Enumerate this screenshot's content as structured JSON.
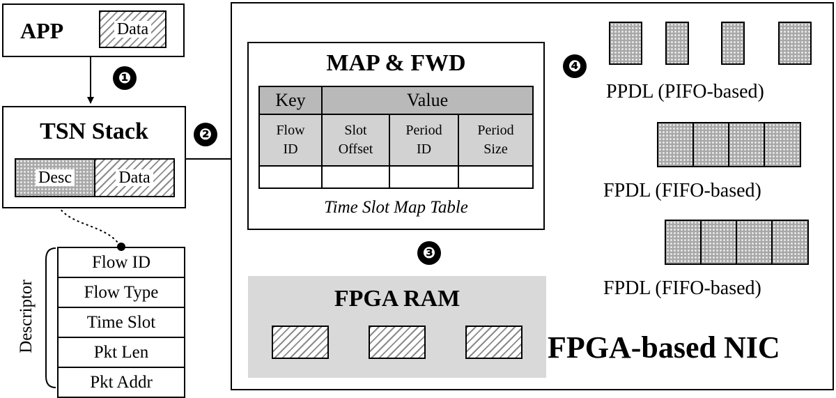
{
  "app": {
    "title": "APP",
    "data_label": "Data"
  },
  "tsn_stack": {
    "title": "TSN Stack",
    "desc_label": "Desc",
    "data_label": "Data"
  },
  "descriptor": {
    "label": "Descriptor",
    "fields": [
      "Flow ID",
      "Flow Type",
      "Time Slot",
      "Pkt Len",
      "Pkt Addr"
    ]
  },
  "map_fwd": {
    "title": "MAP & FWD",
    "key_header": "Key",
    "value_header": "Value",
    "columns": [
      [
        "Flow",
        "ID"
      ],
      [
        "Slot",
        "Offset"
      ],
      [
        "Period",
        "ID"
      ],
      [
        "Period",
        "Size"
      ]
    ],
    "caption": "Time Slot Map Table"
  },
  "fpga_ram": {
    "title": "FPGA RAM"
  },
  "nic": {
    "title": "FPGA-based NIC"
  },
  "queues": {
    "ppdl": "PPDL (PIFO-based)",
    "fpdl_1": "FPDL (FIFO-based)",
    "fpdl_2": "FPDL (FIFO-based)"
  },
  "steps": [
    "❶",
    "❷",
    "❸",
    "❹"
  ]
}
